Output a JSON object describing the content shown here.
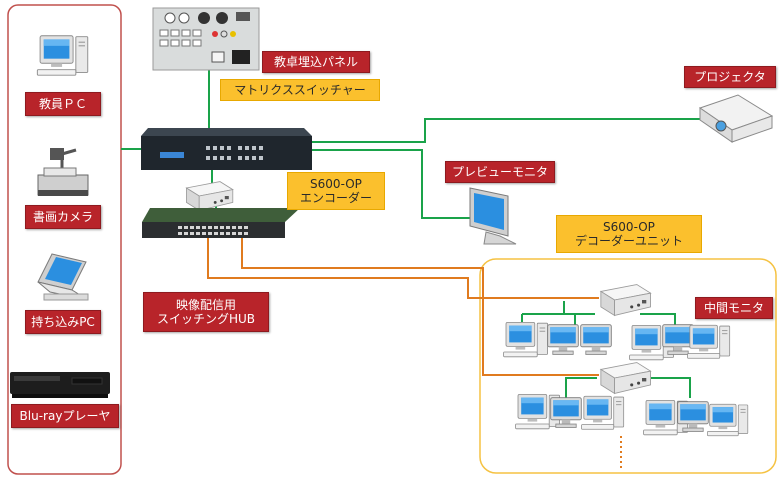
{
  "labels": {
    "kyoin_pc": "教員ＰＣ",
    "shoga_camera": "書画カメラ",
    "mochikomi_pc": "持ち込みPC",
    "bluray": "Blu-rayプレーヤ",
    "kyotaku_panel": "教卓埋込パネル",
    "matrix_switcher": "マトリクススイッチャー",
    "projector": "プロジェクタ",
    "preview_monitor": "プレビューモニタ",
    "s600_encoder": "S600-OP\nエンコーダー",
    "s600_decoder": "S600-OP\nデコーダーユニット",
    "hub": "映像配信用\nスイッチングHUB",
    "chukan_monitor": "中間モニタ"
  },
  "colors": {
    "label_red": "#b8242a",
    "label_yellow": "#fbc02d",
    "line_green": "#1aa34a",
    "line_orange": "#e07b1f",
    "frame_red": "#c0504d",
    "frame_yellow": "#f5c242"
  },
  "icons": {
    "pc": "desktop-computer",
    "document_camera": "document-camera",
    "laptop": "laptop",
    "bluray_player": "bluray-player",
    "panel": "control-panel",
    "switcher": "matrix-switcher",
    "encoder": "encoder-box",
    "hub": "network-switch",
    "projector": "projector",
    "monitor": "lcd-monitor"
  }
}
